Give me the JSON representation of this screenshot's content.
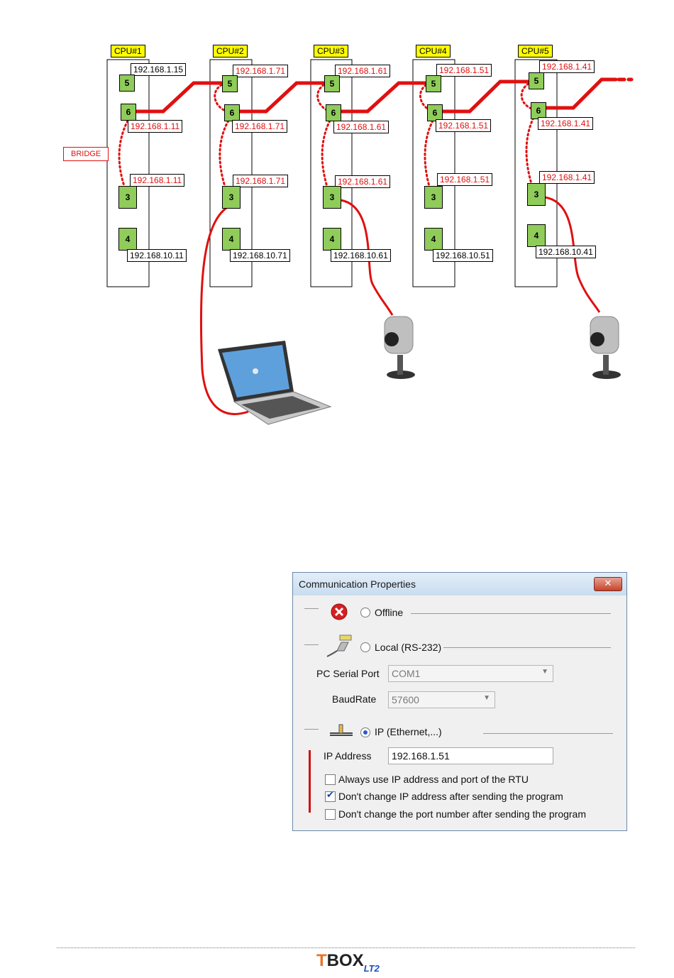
{
  "diagram": {
    "cpus": [
      {
        "label": "CPU#1",
        "port5_ip": "192.168.1.15",
        "port6_ip": "192.168.1.11",
        "port3_ip": "192.168.1.11",
        "port4_ip": "192.168.10.11"
      },
      {
        "label": "CPU#2",
        "port5_ip": "192.168.1.71",
        "port6_ip": "192.168.1.71",
        "port3_ip": "192.168.1.71",
        "port4_ip": "192.168.10.71"
      },
      {
        "label": "CPU#3",
        "port5_ip": "192.168.1.61",
        "port6_ip": "192.168.1.61",
        "port3_ip": "192.168.1.61",
        "port4_ip": "192.168.10.61"
      },
      {
        "label": "CPU#4",
        "port5_ip": "192.168.1.51",
        "port6_ip": "192.168.1.51",
        "port3_ip": "192.168.1.51",
        "port4_ip": "192.168.10.51"
      },
      {
        "label": "CPU#5",
        "port5_ip": "192.168.1.41",
        "port6_ip": "192.168.1.41",
        "port3_ip": "192.168.1.41",
        "port4_ip": "192.168.10.41"
      }
    ],
    "ports": {
      "p5": "5",
      "p6": "6",
      "p3": "3",
      "p4": "4"
    },
    "bridge_label": "BRIDGE",
    "colors": {
      "link": "#e01010",
      "port": "#8fcc5a",
      "cpu_label": "#ffff00"
    }
  },
  "dialog": {
    "title": "Communication Properties",
    "close_label": "✕",
    "offline_label": "Offline",
    "local_label": "Local (RS-232)",
    "serial_port_label": "PC Serial Port",
    "serial_port_value": "COM1",
    "baudrate_label": "BaudRate",
    "baudrate_value": "57600",
    "ip_label": "IP (Ethernet,...)",
    "ip_address_label": "IP Address",
    "ip_address_value": "192.168.1.51",
    "selected_mode": "ip",
    "checkboxes": [
      {
        "label": "Always use IP address and port of the RTU",
        "checked": false
      },
      {
        "label": "Don't change IP address after sending the program",
        "checked": true
      },
      {
        "label": "Don't change the port number after sending the program",
        "checked": false
      }
    ]
  },
  "footer": {
    "logo_t": "T",
    "logo_box": "BOX",
    "logo_sub": "LT2"
  }
}
